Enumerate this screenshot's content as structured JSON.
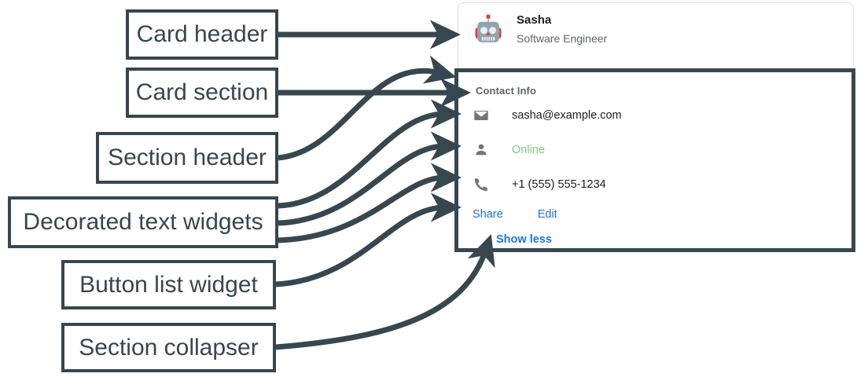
{
  "annotations": {
    "labels": [
      {
        "id": "card-header",
        "text": "Card header"
      },
      {
        "id": "card-section",
        "text": "Card section"
      },
      {
        "id": "section-header",
        "text": "Section header"
      },
      {
        "id": "decorated-text-widgets",
        "text": "Decorated text widgets"
      },
      {
        "id": "button-list-widget",
        "text": "Button list widget"
      },
      {
        "id": "section-collapser",
        "text": "Section collapser"
      }
    ],
    "stroke_color": "#37474F",
    "box_border_color": "#37474F",
    "text_color": "#37474F"
  },
  "card": {
    "header": {
      "avatar_icon": "robot-avatar-icon",
      "title": "Sasha",
      "subtitle": "Software Engineer"
    },
    "section": {
      "header": "Contact Info",
      "rows": [
        {
          "icon": "email-icon",
          "text": "sasha@example.com",
          "color": "#202124"
        },
        {
          "icon": "person-icon",
          "text": "Online",
          "color": "#81C784"
        },
        {
          "icon": "phone-icon",
          "text": "+1 (555) 555-1234",
          "color": "#202124"
        }
      ],
      "buttons": [
        {
          "label": "Share"
        },
        {
          "label": "Edit"
        }
      ],
      "collapser": {
        "label": "Show less"
      }
    }
  },
  "colors": {
    "link": "#1a73e8",
    "status_online": "#81C784",
    "muted_text": "#5f6368",
    "primary_text": "#202124",
    "annotation": "#37474F",
    "card_border": "#e0e0e0"
  }
}
